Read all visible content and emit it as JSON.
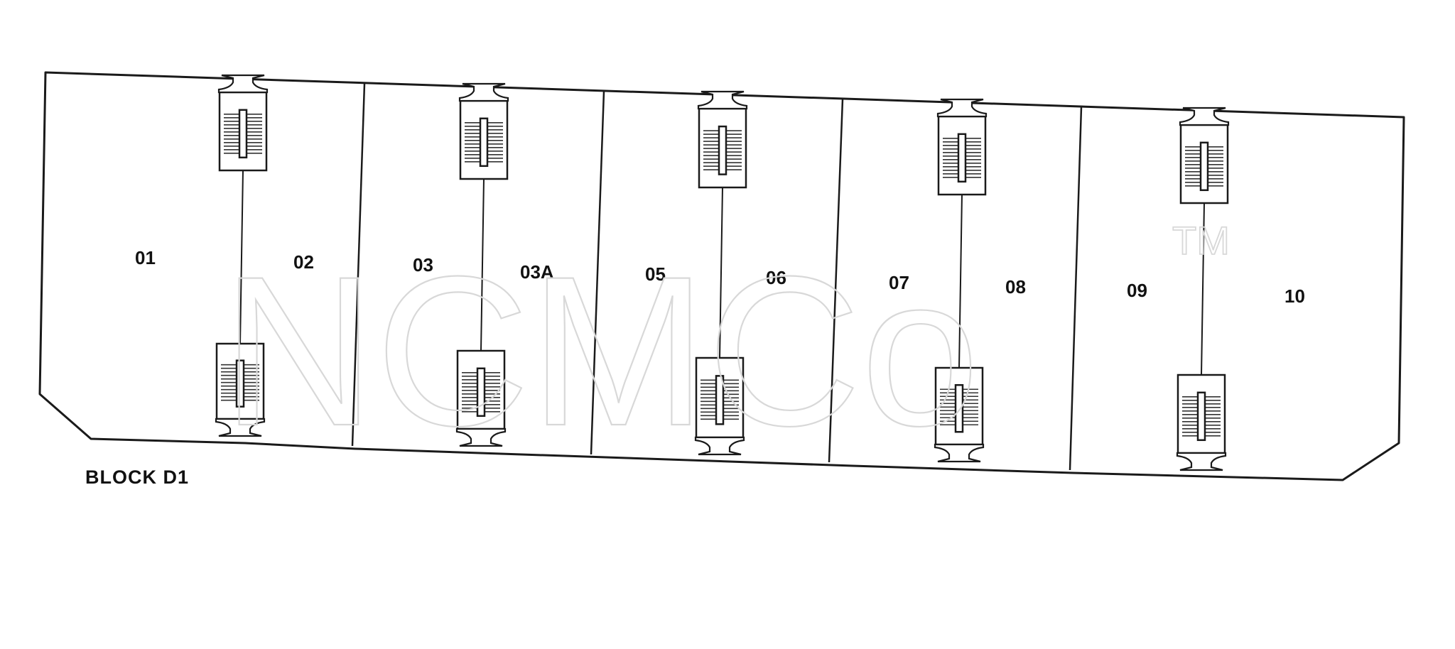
{
  "drawing": {
    "block_label": "BLOCK D1",
    "units": [
      "01",
      "02",
      "03",
      "03A",
      "05",
      "06",
      "07",
      "08",
      "09",
      "10"
    ],
    "stair_count_per_side": 5,
    "line_color": "#1a1a1a"
  },
  "watermark": {
    "text": "NCMCo",
    "tm": "TM",
    "color": "#d8d8d8"
  }
}
